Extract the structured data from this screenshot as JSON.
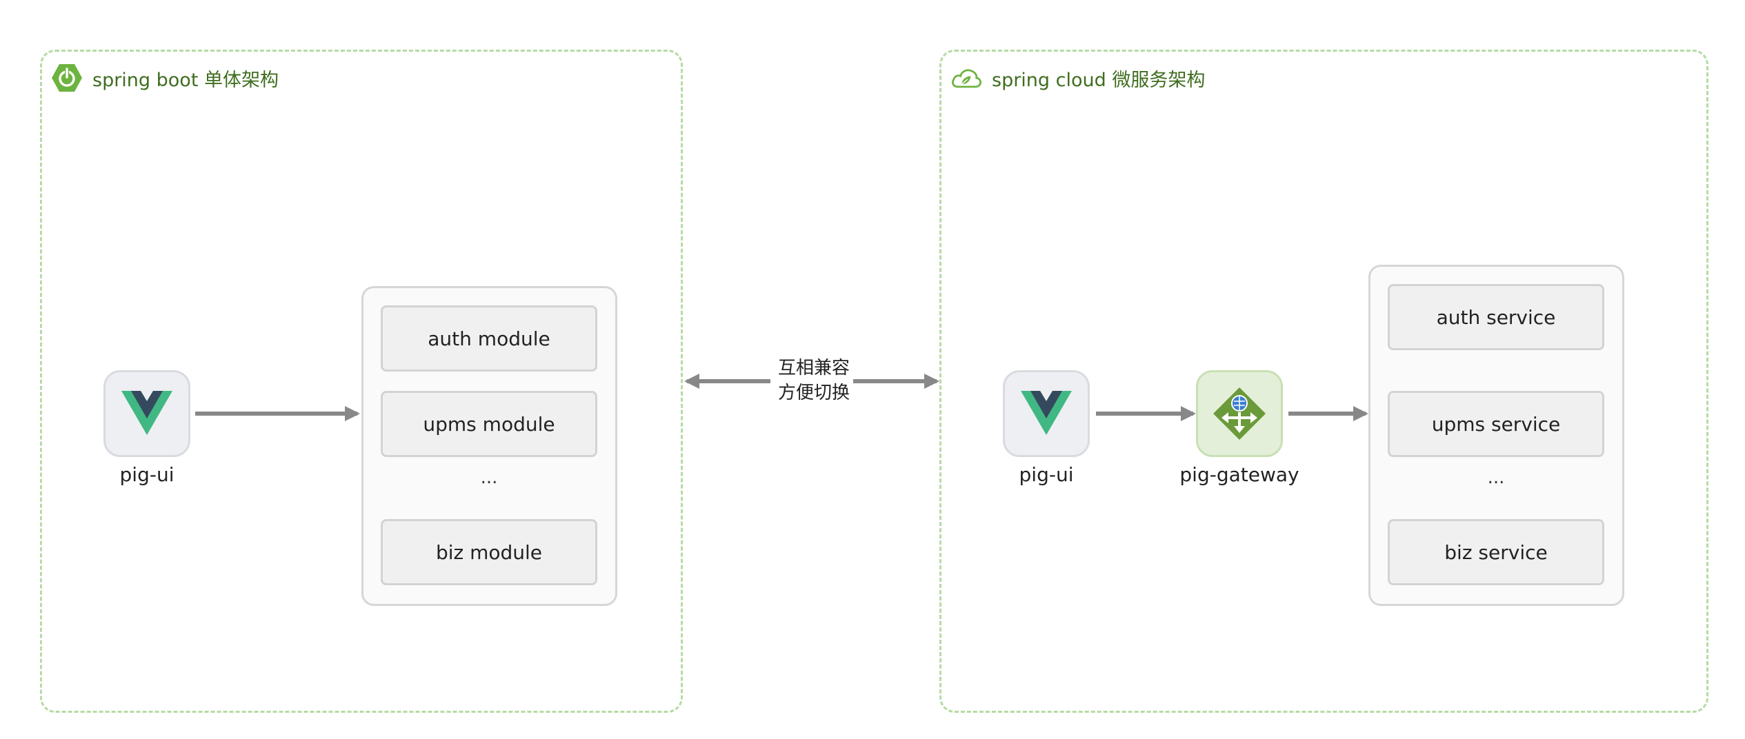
{
  "left_panel": {
    "title": "spring boot 单体架构",
    "icon": "spring-boot-power-icon",
    "client": {
      "label": "pig-ui",
      "icon": "vue-logo-icon"
    },
    "modules": [
      "auth module",
      "upms module",
      "biz module"
    ],
    "ellipsis": "..."
  },
  "right_panel": {
    "title": "spring cloud 微服务架构",
    "icon": "spring-cloud-leaf-icon",
    "client": {
      "label": "pig-ui",
      "icon": "vue-logo-icon"
    },
    "gateway": {
      "label": "pig-gateway",
      "icon": "gateway-arrows-icon"
    },
    "services": [
      "auth service",
      "upms service",
      "biz service"
    ],
    "ellipsis": "..."
  },
  "compat": {
    "line1": "互相兼容",
    "line2": "方便切换"
  },
  "colors": {
    "panel_border": "#b5dba4",
    "title_text": "#3f6d1e",
    "spring_green": "#6db33f",
    "vue_green": "#41b883",
    "vue_dark": "#35495e",
    "arrow": "#888888"
  }
}
